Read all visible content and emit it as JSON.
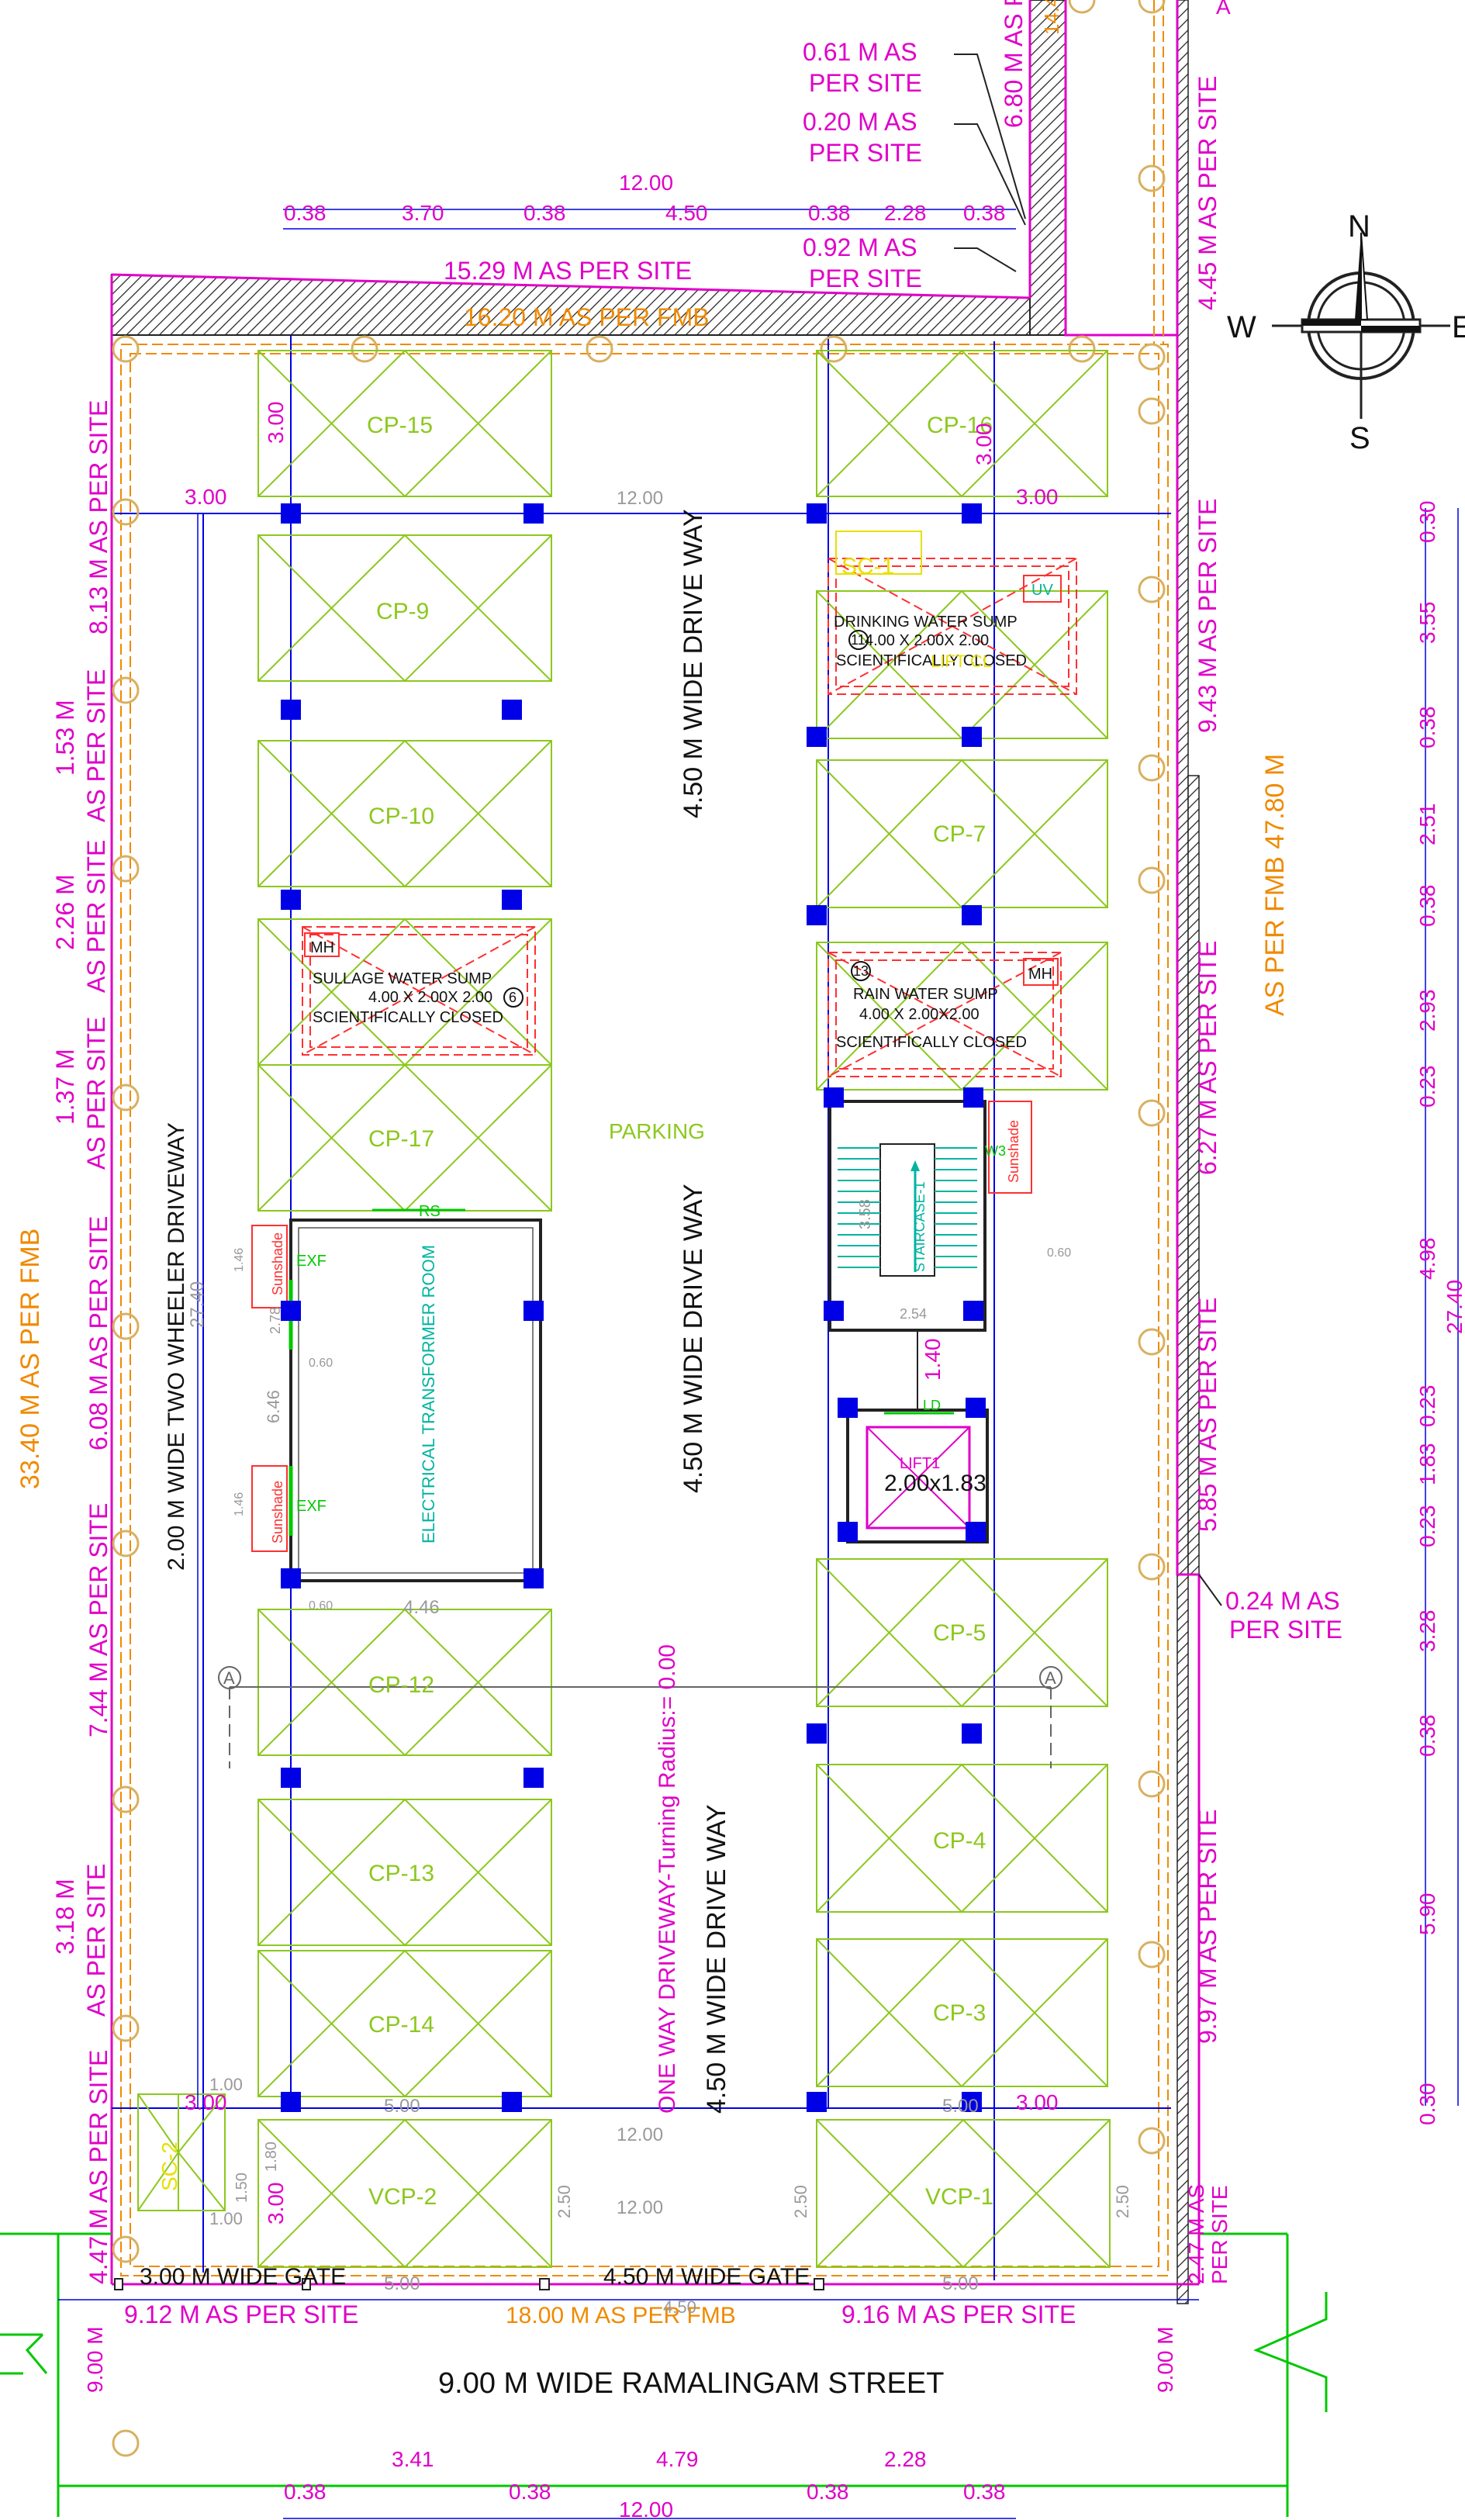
{
  "colors": {
    "magenta": "#e000c8",
    "orange": "#f08a00",
    "lime": "#8cc81e",
    "green": "#00c800",
    "blue": "#0000e6",
    "red": "#ff3030",
    "teal": "#00b4a0",
    "gray": "#8c8c8c",
    "black": "#000000",
    "column_yellow": "#d8b060"
  },
  "top": {
    "site_061": [
      "0.61 M AS",
      "PER SITE"
    ],
    "site_020": [
      "0.20 M AS",
      "PER SITE"
    ],
    "site_092": [
      "0.92 M AS",
      "PER SITE"
    ],
    "site_680": "6.80 M AS P",
    "site_14": "14.4",
    "dim_total": "12.00",
    "dims": [
      "0.38",
      "3.70",
      "0.38",
      "4.50",
      "0.38",
      "2.28",
      "0.38"
    ],
    "site_1529": "15.29 M AS PER SITE",
    "fmb_1620": "16.20 M AS PER FMB"
  },
  "compass": {
    "n": "N",
    "s": "S",
    "e": "E",
    "w": "W"
  },
  "spaces": {
    "cp15": "CP-15",
    "cp16": "CP-16",
    "cp9": "CP-9",
    "cp10": "CP-10",
    "cp17": "CP-17",
    "cp12": "CP-12",
    "cp13": "CP-13",
    "cp14": "CP-14",
    "cp7": "CP-7",
    "cp5": "CP-5",
    "cp4": "CP-4",
    "cp3": "CP-3",
    "vcp2": "VCP-2",
    "vcp1": "VCP-1"
  },
  "driveways": {
    "top": "4.50 M WIDE DRIVE WAY",
    "mid": "4.50 M WIDE DRIVE WAY",
    "bottom": "4.50 M WIDE DRIVE WAY",
    "one_way": "ONE WAY DRIVEWAY-Turning Radius:= 0.00",
    "two_wheeler": "2.00 M WIDE TWO WHEELER DRIVEWAY",
    "parking": "PARKING"
  },
  "sumps": {
    "drinking": [
      "DRINKING WATER SUMP",
      "4.00 X 2.00X 2.00",
      "SCIENTIFICALLY CLOSED"
    ],
    "drinking_no": "11",
    "sullage": [
      "SULLAGE WATER SUMP",
      "4.00 X 2.00X 2.00",
      "SCIENTIFICALLY CLOSED"
    ],
    "sullage_no": "6",
    "rain": [
      "RAIN WATER SUMP",
      "4.00 X 2.00X2.00",
      "SCIENTIFICALLY CLOSED"
    ],
    "rain_no": "13",
    "mh": "MH",
    "sc1": "SC-1",
    "sc2": "SC-2",
    "uv": "UV",
    "lift_cl": "LIFT CL"
  },
  "rooms": {
    "transformer": "ELECTRICAL TRANSFORMER ROOM",
    "rs": "RS",
    "exf": "EXF",
    "sunshade": "Sunshade",
    "lift": "LIFT1",
    "lift_size": "2.00x1.83",
    "ld": "LD",
    "w3": "W3",
    "staircase": "STAIRCASE-1",
    "stair_width": "1.40",
    "st_358": "3.58",
    "st_254": "2.54",
    "st_060": "0.60",
    "dw_446": "4.46",
    "dw_646": "6.46",
    "dw_278": "2.78",
    "dw_060": "0.60",
    "dw_146": "1.46"
  },
  "section": {
    "mark": "A"
  },
  "left_labels": {
    "l813": "8.13 M AS PER SITE",
    "l153": [
      "1.53 M",
      "AS PER SITE"
    ],
    "l226": [
      "2.26 M",
      "AS PER SITE"
    ],
    "l137": [
      "1.37 M",
      "AS PER SITE"
    ],
    "l608": "6.08 M AS PER SITE",
    "l744": "7.44 M AS PER SITE",
    "l318": [
      "3.18 M",
      "AS PER SITE"
    ],
    "l447": "4.47 M AS PER SITE",
    "fmb": "33.40 M AS PER FMB",
    "gate_left": "3.00 M WIDE GATE",
    "site_912": "9.12 M AS PER SITE"
  },
  "right_labels": {
    "r445": "4.45 M AS PER SITE",
    "r943": "9.43 M AS PER SITE",
    "fmb": "AS PER FMB 47.80 M",
    "r627": "6.27 M AS PER SITE",
    "r585": "5.85 M AS PER SITE",
    "r024": [
      "0.24 M AS",
      "PER SITE"
    ],
    "r997": "9.97 M AS PER SITE",
    "r247": [
      "2.47 M AS",
      "PER SITE"
    ],
    "site_916": "9.16 M AS PER SITE",
    "top_a": "A"
  },
  "inner_dims": {
    "d300": "3.00",
    "d1200": "12.00",
    "d500": "5.00",
    "d100": "1.00",
    "d250": "2.50",
    "d180": "1.80",
    "d2740": "27.40",
    "d150": "1.50",
    "d200": "2.00"
  },
  "right_dims": {
    "values": [
      "0.30",
      "3.55",
      "0.38",
      "2.51",
      "0.38",
      "2.93",
      "0.23",
      "4.98",
      "0.23",
      "1.83",
      "0.23",
      "3.28",
      "0.38",
      "5.90",
      "0.30"
    ],
    "total": "27.40"
  },
  "bottom": {
    "gate_main": "4.50 M WIDE GATE",
    "fmb_1800": "18.00 M AS PER FMB",
    "street": "9.00 M WIDE RAMALINGAM STREET",
    "street_w_left": "9.00 M",
    "street_w_right": "9.00 M",
    "dims": [
      "0.38",
      "3.41",
      "0.38",
      "4.79",
      "0.38",
      "2.28",
      "0.38"
    ],
    "dim_total": "12.00",
    "d450": "4.50",
    "d500": "5.00"
  }
}
